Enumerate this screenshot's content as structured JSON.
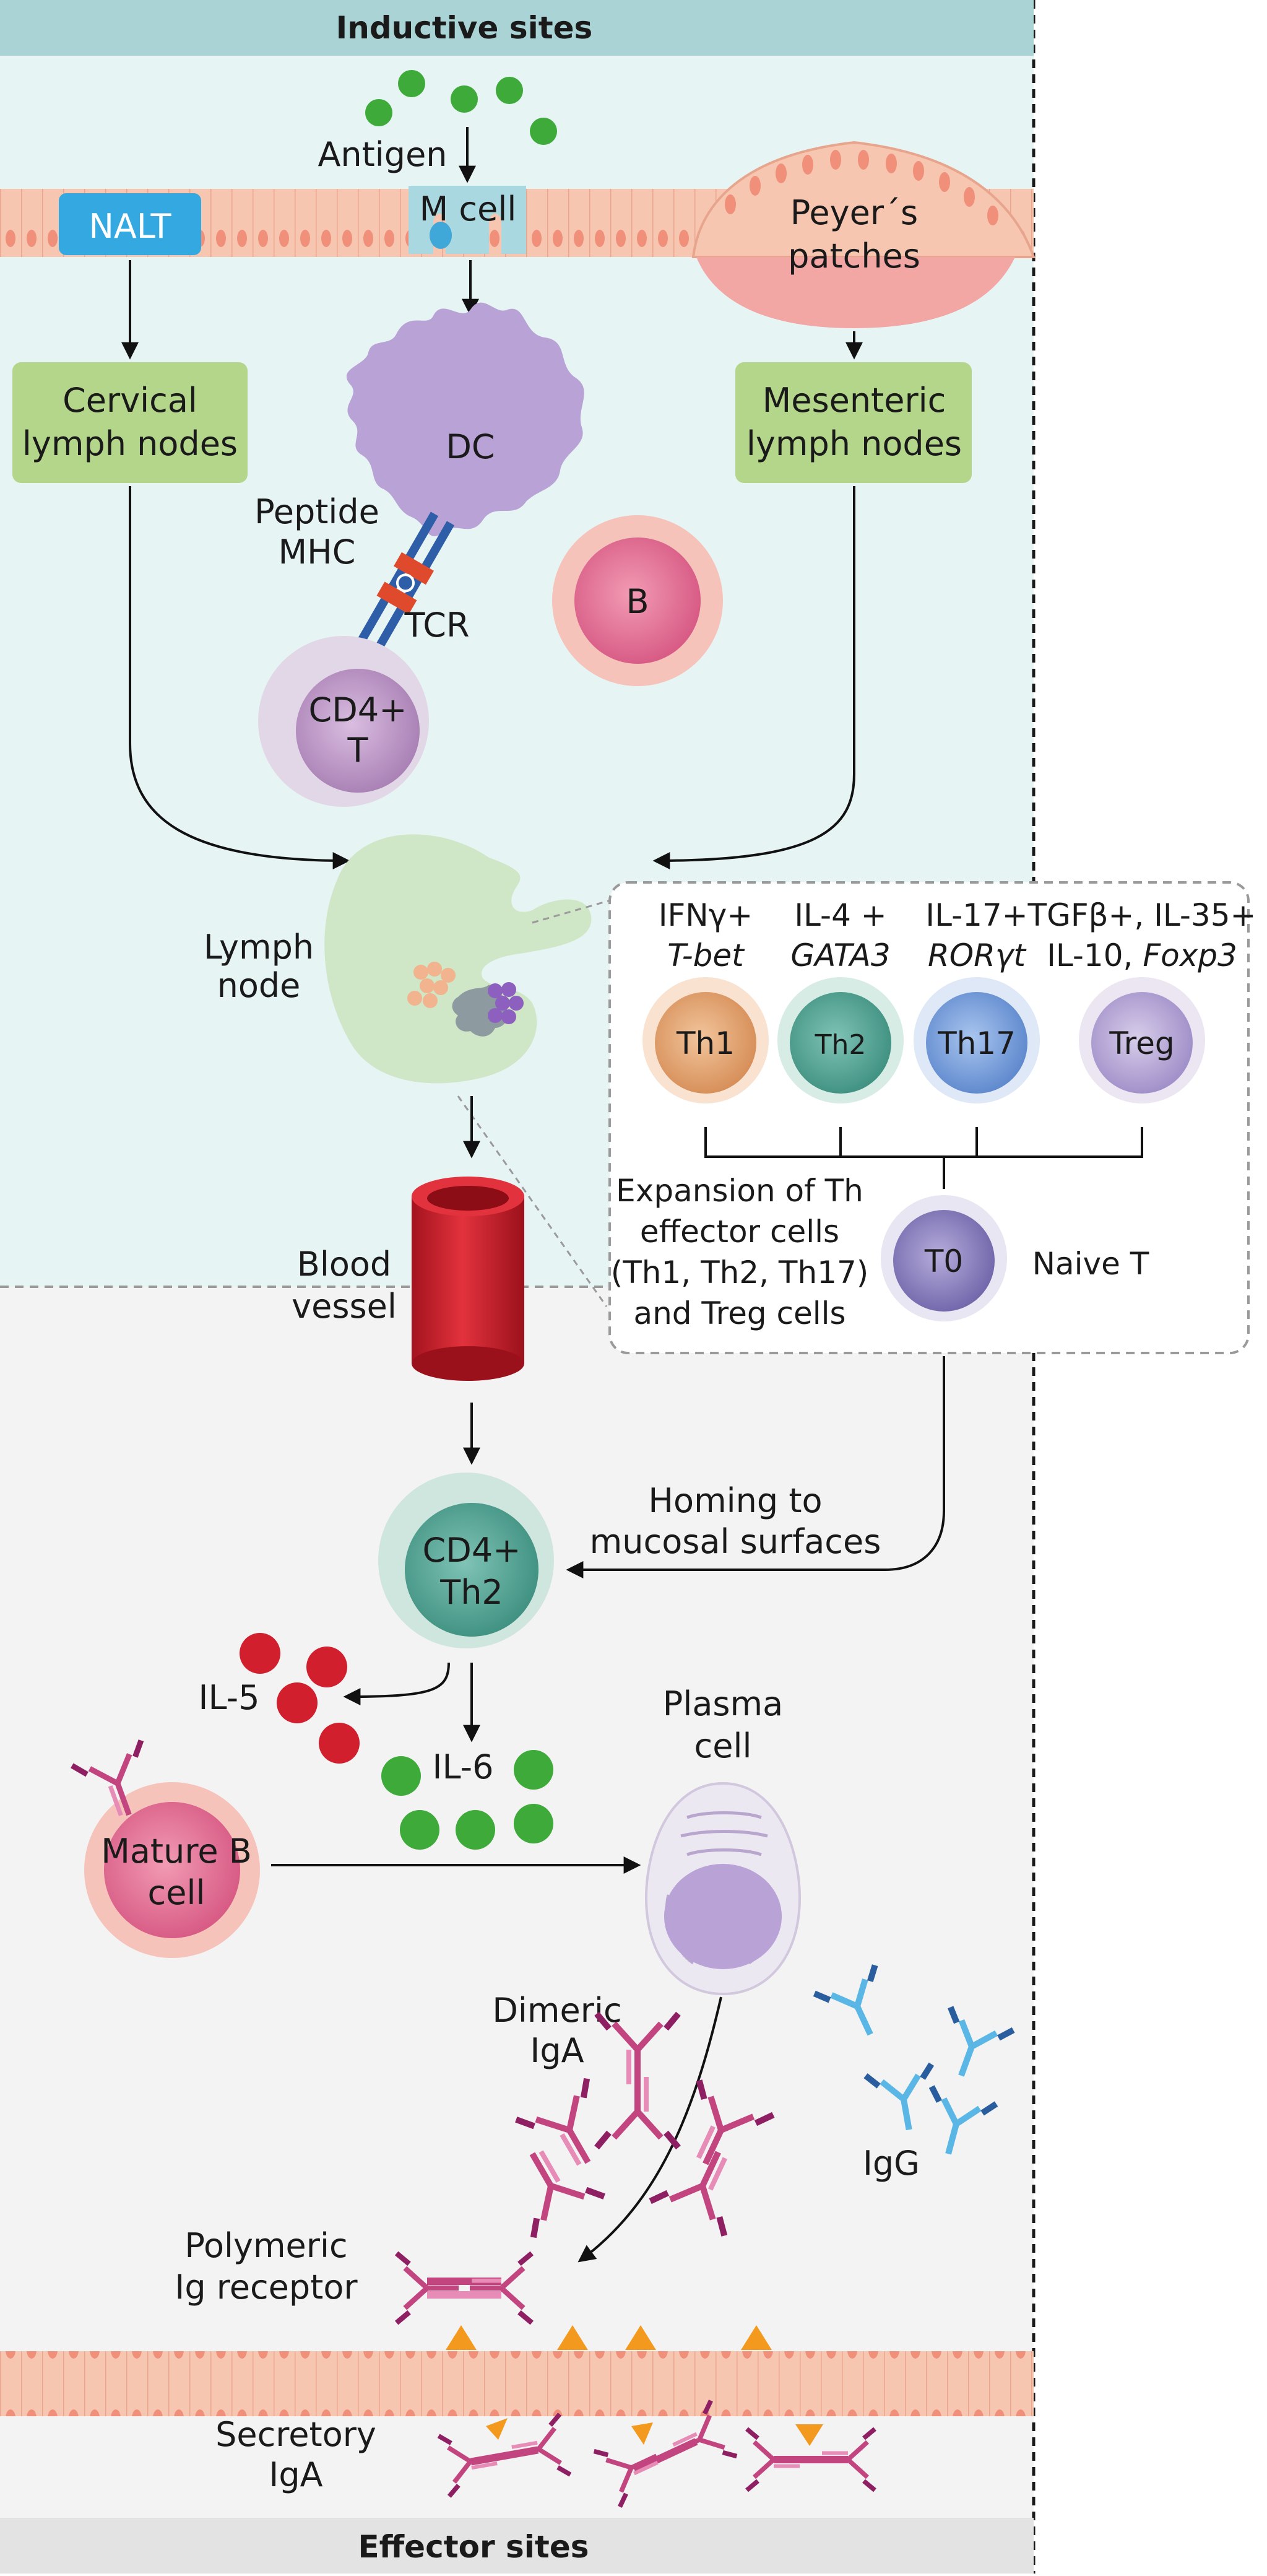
{
  "headers": {
    "top": "Inductive sites",
    "bottom": "Effector sites"
  },
  "labels": {
    "antigen": "Antigen",
    "m_cell": "M cell",
    "nalt": "NALT",
    "peyers_1": "Peyer´s",
    "peyers_2": "patches",
    "cervical_1": "Cervical",
    "cervical_2": "lymph nodes",
    "mesenteric_1": "Mesenteric",
    "mesenteric_2": "lymph nodes",
    "dc": "DC",
    "peptide": "Peptide",
    "mhc": "MHC",
    "tcr": "TCR",
    "b": "B",
    "cd4_1": "CD4+",
    "cd4_2": "T",
    "lymph_1": "Lymph",
    "lymph_2": "node",
    "blood_1": "Blood",
    "blood_2": "vessel",
    "cd4th2_1": "CD4+",
    "cd4th2_2": "Th2",
    "homing_1": "Homing to",
    "homing_2": "mucosal surfaces",
    "il5": "IL-5",
    "il6": "IL-6",
    "plasma_1": "Plasma",
    "plasma_2": "cell",
    "matureb_1": "Mature B",
    "matureb_2": "cell",
    "dimeric_1": "Dimeric",
    "dimeric_2": "IgA",
    "igg": "IgG",
    "polymeric_1": "Polymeric",
    "polymeric_2": "Ig receptor",
    "secretory_1": "Secretory",
    "secretory_2": "IgA"
  },
  "panel": {
    "th1": {
      "line1": "IFNγ+",
      "line2": "T-bet",
      "cell": "Th1"
    },
    "th2": {
      "line1": "IL-4 +",
      "line2": "GATA3",
      "cell": "Th2"
    },
    "th17": {
      "line1": "IL-17+",
      "line2": "RORγt",
      "cell": "Th17"
    },
    "treg": {
      "line1": "TGFβ+, IL-35+",
      "line2a": "IL-10, ",
      "line2b": "Foxp3",
      "cell": "Treg"
    },
    "expansion": [
      "Expansion of Th",
      "effector cells",
      "(Th1, Th2, Th17)",
      "and Treg cells"
    ],
    "t0": "T0",
    "naive": "Naive T"
  },
  "colors": {
    "header_top": "#a9d3d4",
    "header_bottom": "#e3e3e3",
    "inductive_bg": "#e6f4f4",
    "effector_bg": "#f3f3f3",
    "epithelium": "#f7c6b0",
    "epithelium_cell": "#f3a58d",
    "nalt": "#34a8e0",
    "lymph_box": "#b3d68a",
    "dc": "#b8a2d6",
    "peyers": "#f2a7a5",
    "b_cell": "#e26a8c",
    "cd4_t": "#c9a4cf",
    "lymph_node": "#cfe6c7",
    "blood": "#c51f2a",
    "th2_cell": "#5aa596",
    "th1_cell": "#e8a674",
    "th17_cell": "#7aa3dd",
    "treg_cell": "#b9a9d8",
    "t0_cell": "#8c82bf",
    "il5": "#d11f2e",
    "il6": "#3daa3a",
    "antigen": "#3daa3a",
    "iga": "#d5559b",
    "igg": "#5ab6e4",
    "receptor_tri": "#f39a1e"
  }
}
